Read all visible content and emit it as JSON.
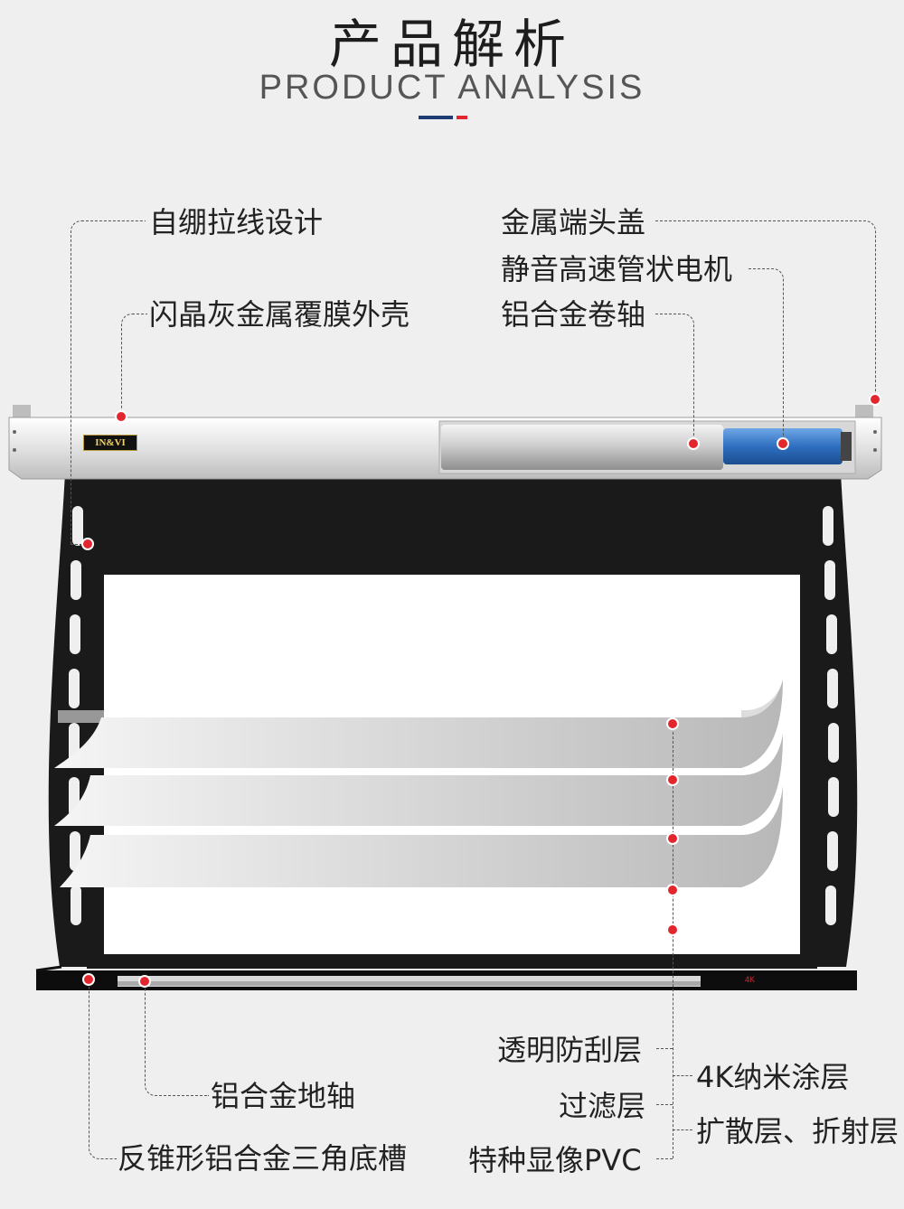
{
  "header": {
    "title_cn": "产品解析",
    "title_en": "PRODUCT ANALYSIS",
    "deco_colors": [
      "#1f3b73",
      "#e3262d"
    ]
  },
  "brand": {
    "logo_text": "IN&VI"
  },
  "bottom_bar": {
    "badge": "4K"
  },
  "labels": {
    "self_tension": "自绷拉线设计",
    "housing": "闪晶灰金属覆膜外壳",
    "end_cap": "金属端头盖",
    "motor": "静音高速管状电机",
    "roller": "铝合金卷轴",
    "bottom_axis": "铝合金地轴",
    "bottom_groove": "反锥形铝合金三角底槽",
    "layer_scratch": "透明防刮层",
    "layer_filter": "过滤层",
    "layer_pvc": "特种显像PVC",
    "layer_nano": "4K纳米涂层",
    "layer_diffuse": "扩散层、折射层"
  },
  "colors": {
    "marker_red": "#e3262d",
    "motor_blue": "#2f6fc0",
    "screen_border": "#1a1a1a"
  }
}
